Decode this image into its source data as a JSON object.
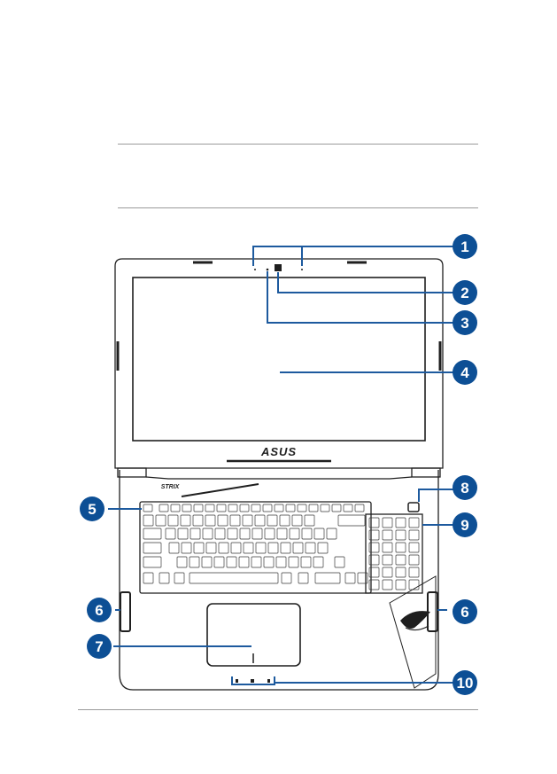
{
  "brand": {
    "logo_text": "ASUS",
    "series_text": "STRIX"
  },
  "callouts": [
    {
      "number": "1",
      "target": "array-microphones"
    },
    {
      "number": "2",
      "target": "camera"
    },
    {
      "number": "3",
      "target": "camera-indicator"
    },
    {
      "number": "4",
      "target": "display-panel"
    },
    {
      "number": "5",
      "target": "keyboard"
    },
    {
      "number": "6",
      "target": "speaker"
    },
    {
      "number": "7",
      "target": "touchpad"
    },
    {
      "number": "8",
      "target": "power-button"
    },
    {
      "number": "9",
      "target": "numeric-keypad"
    },
    {
      "number": "10",
      "target": "status-indicators"
    }
  ],
  "colors": {
    "callout": "#0d4f95",
    "line": "#1d5a9e",
    "outline": "#1f1f1f",
    "rule": "#9a9a9a"
  }
}
